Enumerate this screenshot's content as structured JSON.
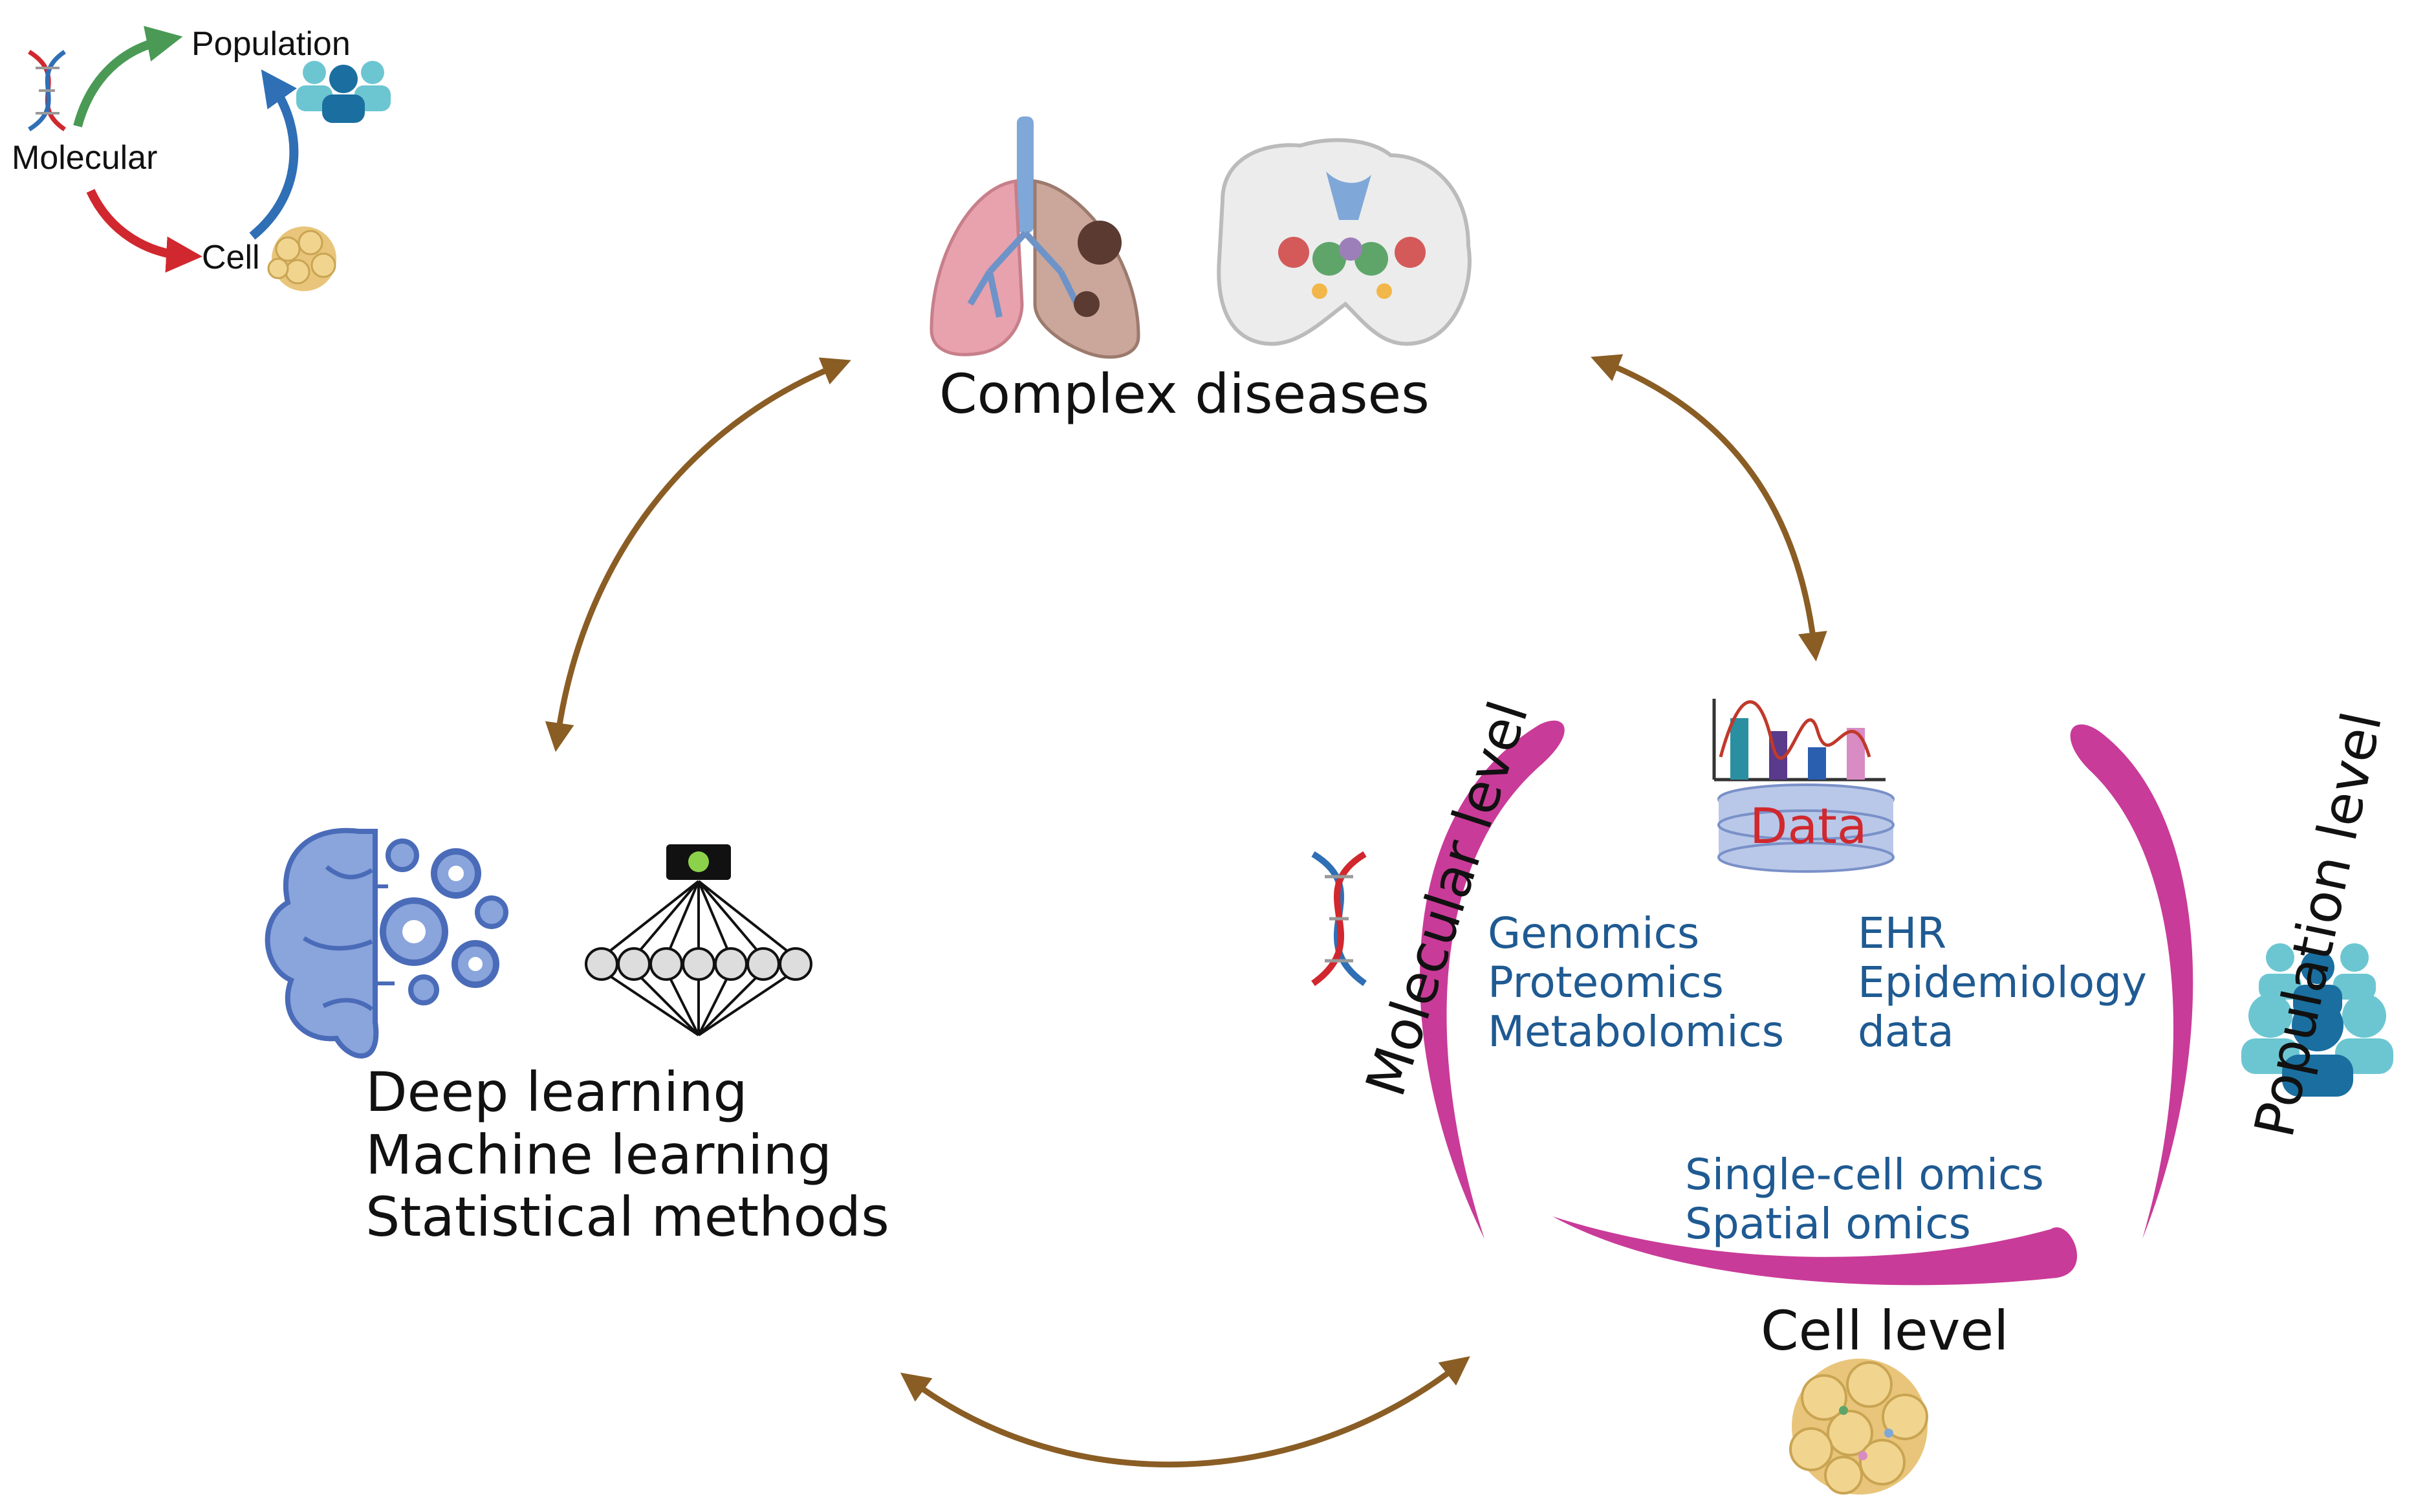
{
  "inset": {
    "molecular": "Molecular",
    "population": "Population",
    "cell": "Cell"
  },
  "diseases": {
    "title": "Complex diseases"
  },
  "methods": {
    "items": [
      "Deep learning",
      "Machine learning",
      "Statistical methods"
    ]
  },
  "data_icon": {
    "label": "Data"
  },
  "levels": {
    "molecular": "Molecular level",
    "population": "Population level",
    "cell": "Cell level"
  },
  "omics": {
    "molecular": [
      "Genomics",
      "Proteomics",
      "Metabolomics"
    ],
    "population": [
      "EHR",
      "Epidemiology",
      "data"
    ],
    "cell": [
      "Single-cell omics",
      "Spatial omics"
    ]
  },
  "colors": {
    "cycle_arrow": "#8a5d24",
    "level_arc": "#c93b98",
    "omics_text": "#1f5a92",
    "inset_green": "#4a9a55",
    "inset_blue": "#2f6fb5",
    "inset_red": "#d0282e"
  }
}
